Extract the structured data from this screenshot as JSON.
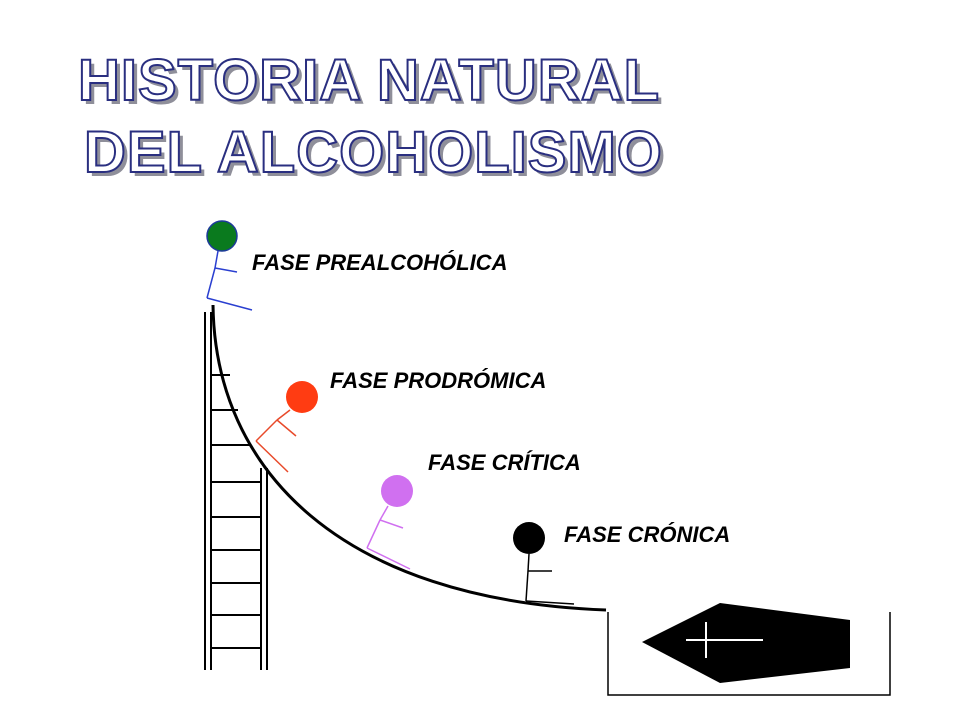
{
  "title": {
    "line1": "HISTORIA NATURAL",
    "line2": "DEL ALCOHOLISMO"
  },
  "phases": [
    {
      "label": "FASE PREALCOHÓLICA",
      "color": "#0a7a1e",
      "figure_color": "#2a3fd0"
    },
    {
      "label": "FASE PRODRÓMICA",
      "color": "#ff3c12",
      "figure_color": "#e84a2a"
    },
    {
      "label": "FASE CRÍTICA",
      "color": "#d070f0",
      "figure_color": "#d070f0"
    },
    {
      "label": "FASE CRÓNICA",
      "color": "#000000",
      "figure_color": "#000000"
    }
  ],
  "icons": [
    "ladder-icon",
    "slope-curve",
    "coffin-icon",
    "cross-icon",
    "stick-figure-icon"
  ]
}
